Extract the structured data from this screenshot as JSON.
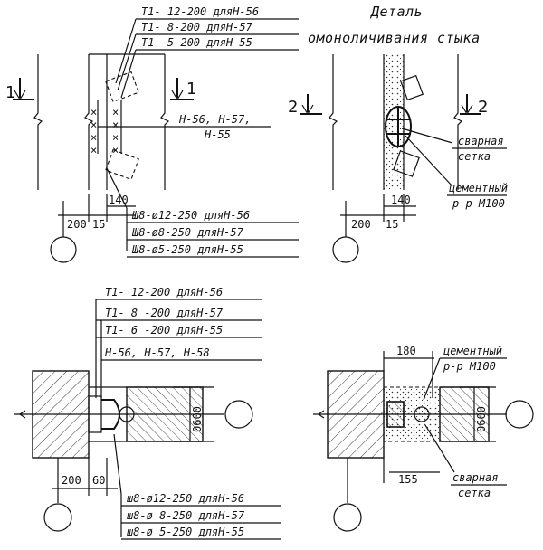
{
  "title": {
    "line1": "Деталь",
    "line2": "омоноличивания стыка"
  },
  "panel_tl": {
    "callouts": [
      "T1- 12-200 дляН-56",
      "T1- 8-200 дляН-57",
      "T1- 5-200 дляН-55"
    ],
    "panel_label_1": "Н-56, Н-57,",
    "panel_label_2": "Н-55",
    "mesh_callouts": [
      "Ш8-ø12-250 дляН-56",
      "Ш8-ø8-250 дляН-57",
      "Ш8-ø5-250 дляН-55"
    ],
    "section_left": "1",
    "section_right": "1",
    "dim_200": "200",
    "dim_15": "15",
    "dim_140": "140"
  },
  "panel_tr": {
    "section_left": "2",
    "section_right": "2",
    "label_weld_1": "сварная",
    "label_weld_2": "сетка",
    "label_cement_1": "цементный",
    "label_cement_2": "р-р М100",
    "dim_200": "200",
    "dim_15": "15",
    "dim_140": "140"
  },
  "panel_bl": {
    "callouts": [
      "T1- 12-200 дляН-56",
      "T1- 8 -200 дляН-57",
      "T1- 6 -200 дляН-55"
    ],
    "panel_label": "Н-56, Н-57, Н-58",
    "mesh_callouts": [
      "ш8-ø12-250 дляН-56",
      "ш8-ø 8-250 дляН-57",
      "ш8-ø 5-250 дляН-55"
    ],
    "dim_200": "200",
    "dim_60": "60",
    "dim_vertical": "0600"
  },
  "panel_br": {
    "dim_180": "180",
    "dim_155": "155",
    "dim_vertical": "0600",
    "label_cement_1": "цементный",
    "label_cement_2": "р-р М100",
    "label_weld_1": "сварная",
    "label_weld_2": "сетка"
  }
}
